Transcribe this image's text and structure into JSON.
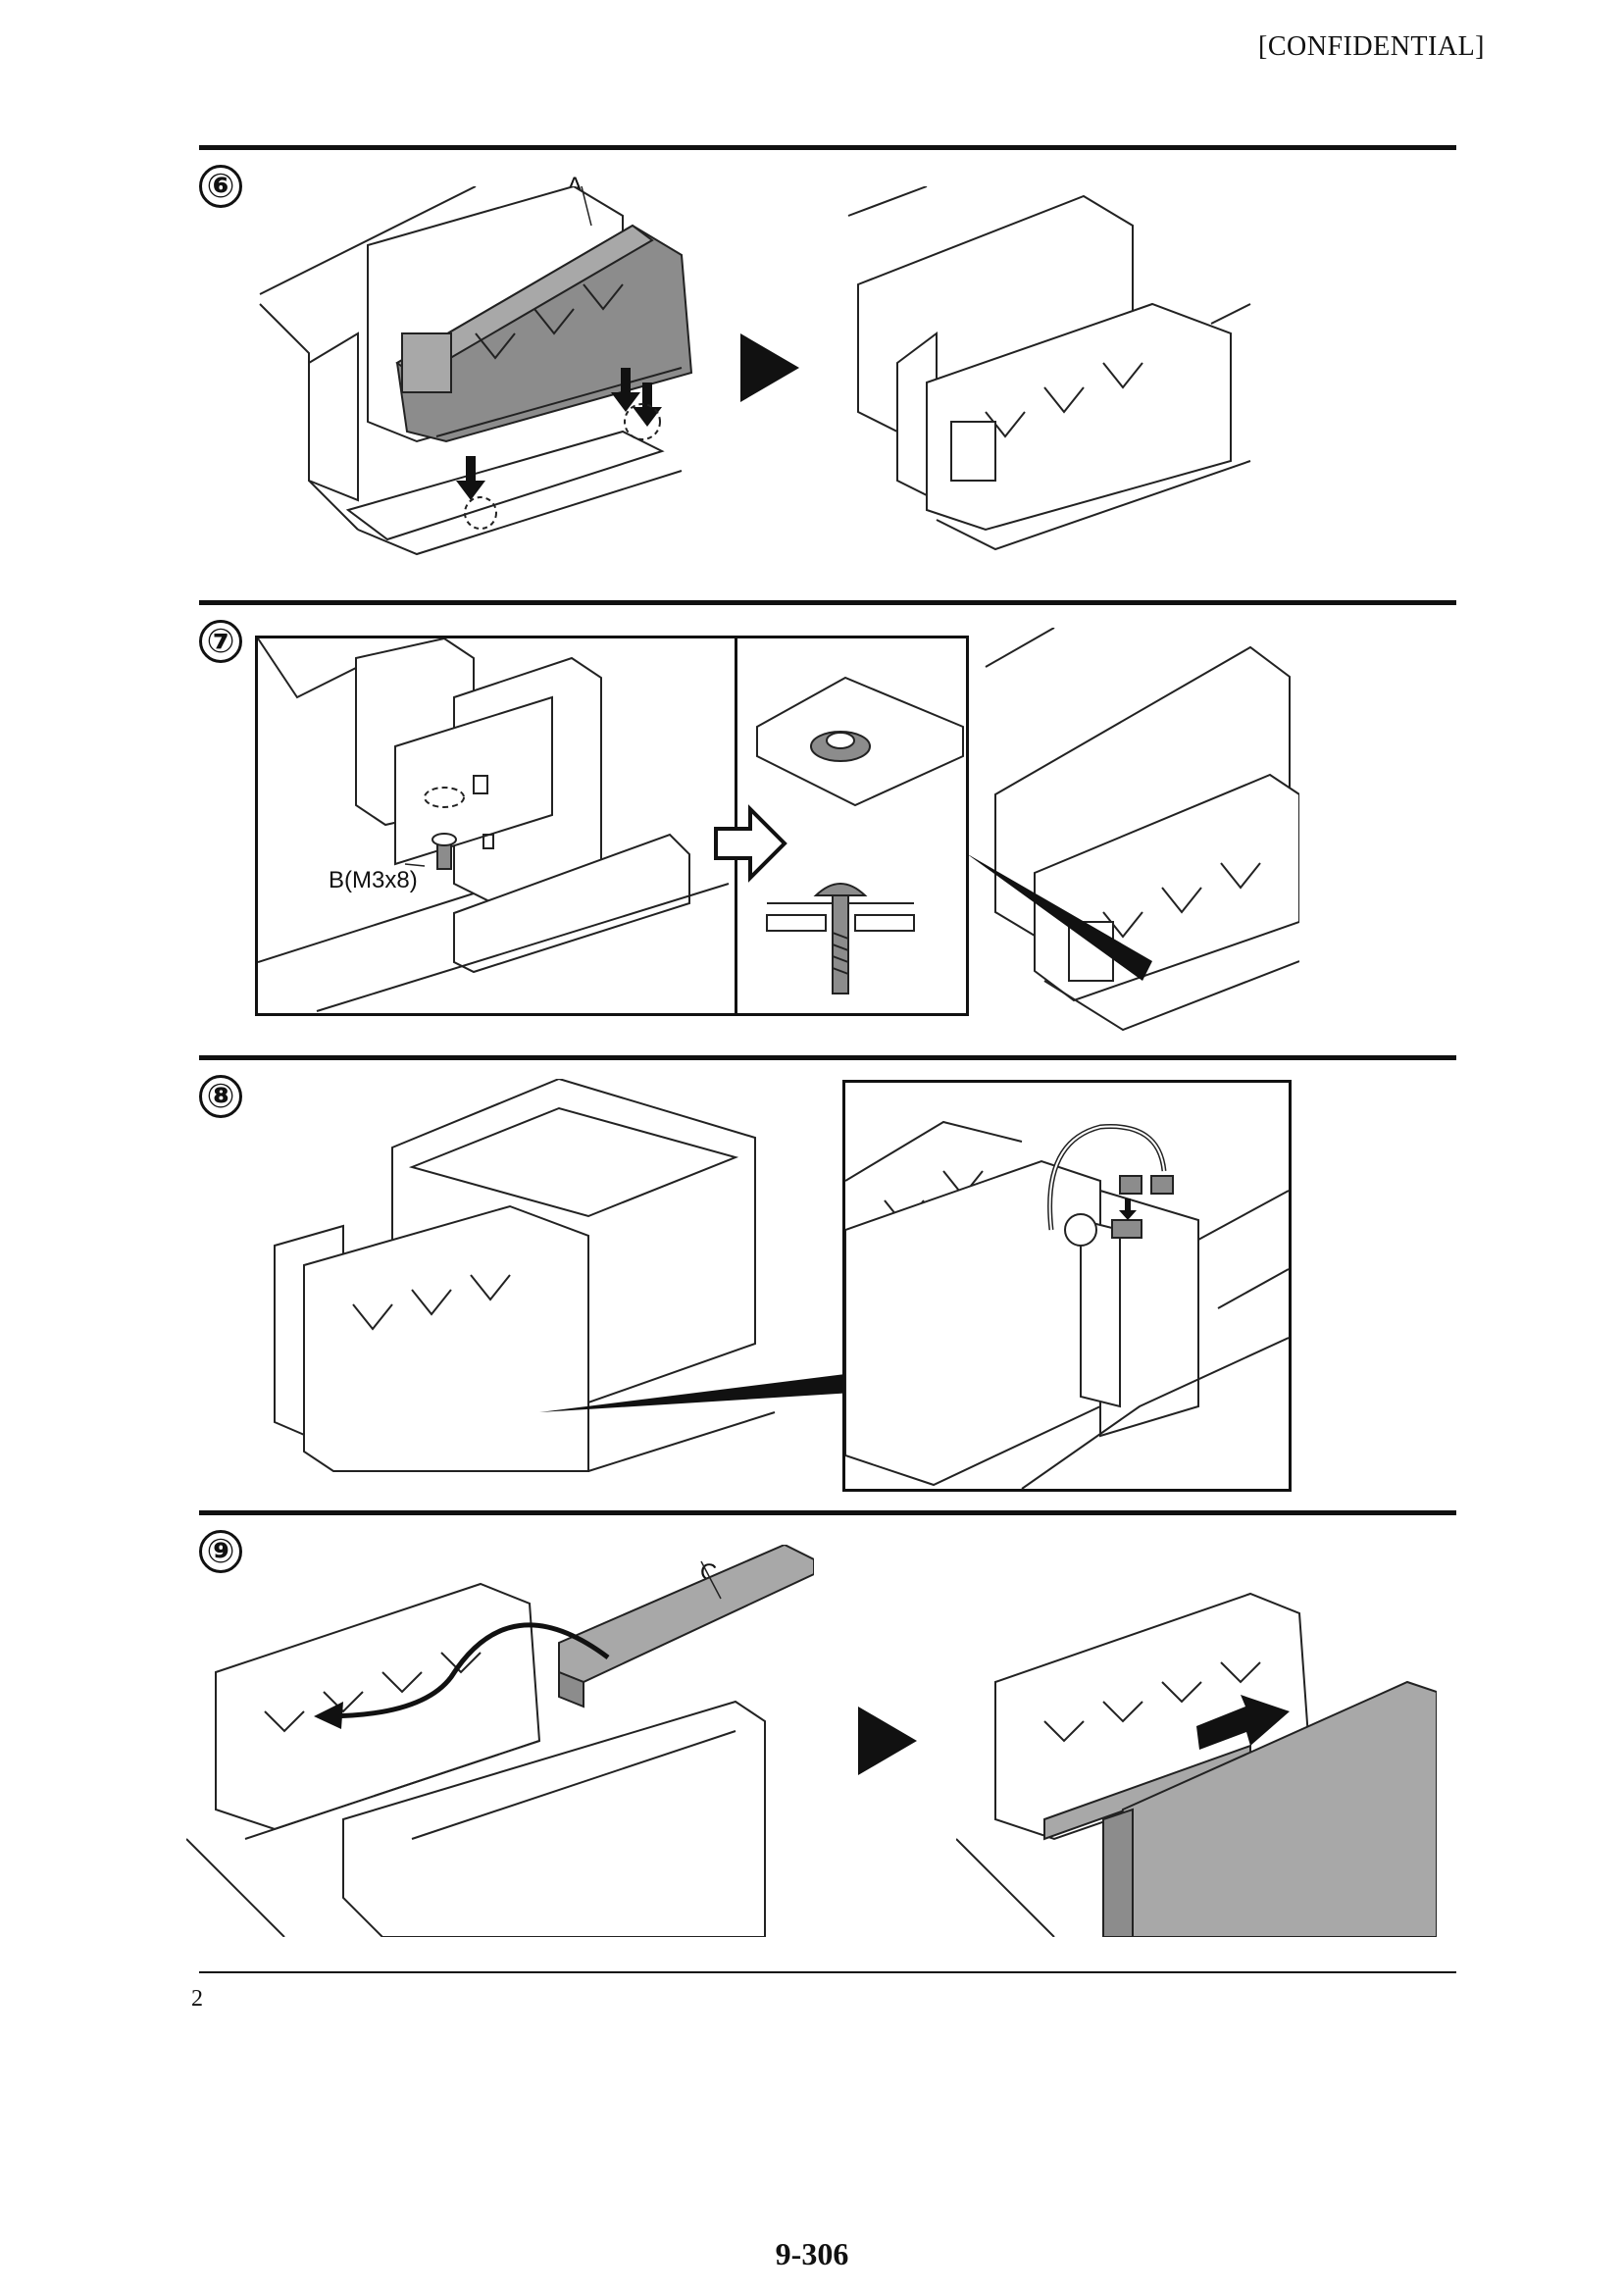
{
  "header": {
    "confidential": "[CONFIDENTIAL]"
  },
  "steps": [
    {
      "number": "⑥",
      "callouts": [
        "A"
      ]
    },
    {
      "number": "⑦",
      "callouts": [
        "B(M3x8)"
      ]
    },
    {
      "number": "⑧",
      "callouts": []
    },
    {
      "number": "⑨",
      "callouts": [
        "C"
      ]
    }
  ],
  "footer": {
    "left": "2",
    "page_number": "9-306"
  }
}
